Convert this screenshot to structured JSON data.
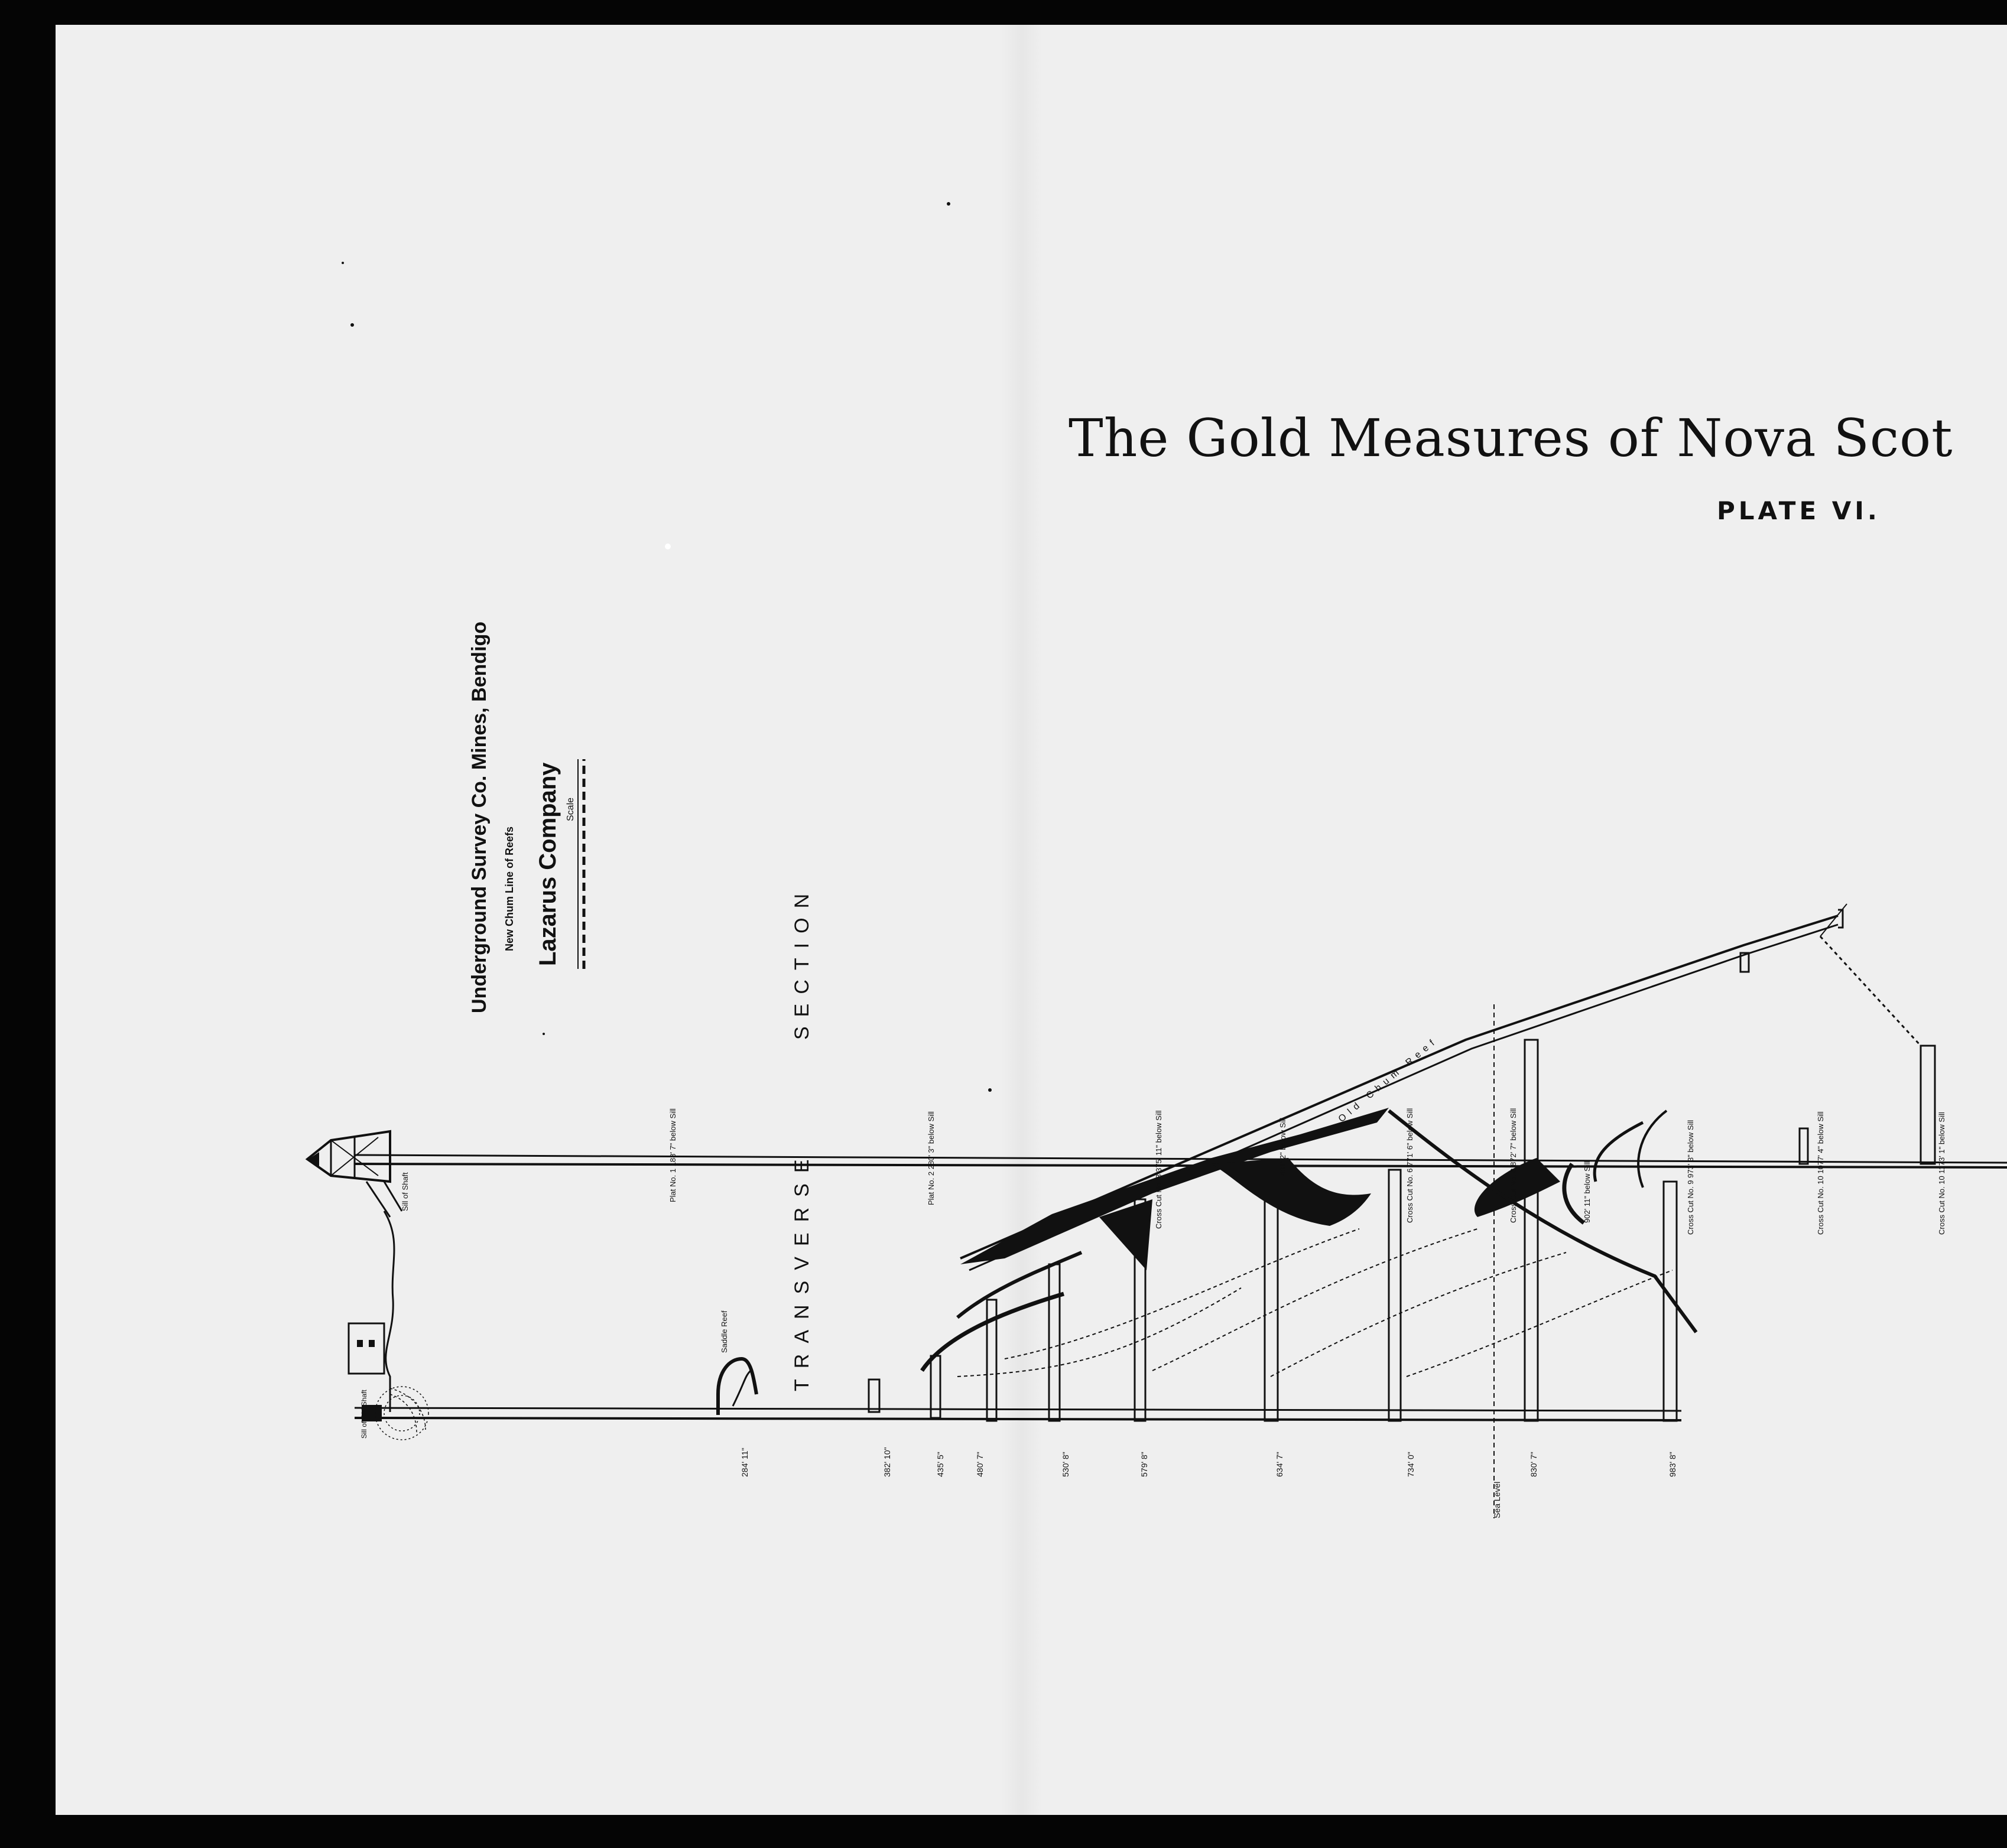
{
  "header": {
    "title": "The Gold Measures of Nova Scot",
    "plate": "PLATE VI."
  },
  "survey_block": {
    "line1": "Underground Survey Co. Mines, Bendigo",
    "line2": "New Chum Line of Reefs",
    "line3": "Lazarus Company",
    "scale_label": "Scale"
  },
  "section_label": {
    "word1": "SECTION",
    "word2": "TRANSVERSE"
  },
  "labels": {
    "top_levels": [
      "Plat No. 1 188' 7\" below Sill",
      "Plat No. 2 280' 3\" below Sill",
      "Cross Cut No. 3 375' 11\" below Sill",
      "431' 2\" below Sill",
      "Cross Cut No. 6 771' 6\" below Sill",
      "Cross Cut No. 8 872' 7\" below Sill",
      "902' 11\" below Sill",
      "Cross Cut No. 9 973' 3\" below Sill",
      "Cross Cut No. 10 1077' 4\" below Sill",
      "Cross Cut No. 10 1173' 1\" below Sill"
    ],
    "bottom_levels": [
      "284' 11\"",
      "382' 10\"",
      "435' 5\"",
      "480' 7\"",
      "530' 8\"",
      "579' 8\"",
      "634' 7\"",
      "734' 0\"",
      "830' 7\"",
      "983' 8\""
    ],
    "reefs": [
      "Saddle Reef",
      "Old Chum Reef",
      "Sea Level",
      "Sill of Shaft",
      "Sill of Old Shaft"
    ]
  }
}
